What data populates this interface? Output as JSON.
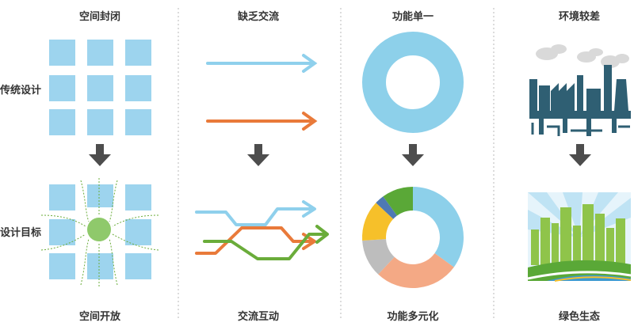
{
  "columns": [
    {
      "top_label": "空间封闭",
      "bottom_label": "空间开放"
    },
    {
      "top_label": "缺乏交流",
      "bottom_label": "交流互动"
    },
    {
      "top_label": "功能单一",
      "bottom_label": "功能多元化"
    },
    {
      "top_label": "环境较差",
      "bottom_label": "绿色生态"
    }
  ],
  "rows": {
    "traditional": "传统设计",
    "target": "设计目标"
  },
  "colors": {
    "square": "#9dd4ee",
    "green_circle": "#8fc96b",
    "arrow_blue": "#8fd0ec",
    "arrow_orange": "#e97a3a",
    "arrow_green": "#6aac3a",
    "down_arrow": "#4d4d4d",
    "divider": "#b8b8b8",
    "factory": "#2f5f73",
    "city": "#8fc44a"
  },
  "chart_data": {
    "type": "pie",
    "donut_single": {
      "values": [
        100
      ],
      "colors": [
        "#8dd0ea"
      ]
    },
    "donut_multi": {
      "values": [
        35,
        27,
        12,
        13,
        3,
        10
      ],
      "colors": [
        "#8dd0ea",
        "#f4a985",
        "#bdbdbd",
        "#f6c02a",
        "#4e79b4",
        "#5aa837"
      ]
    }
  }
}
